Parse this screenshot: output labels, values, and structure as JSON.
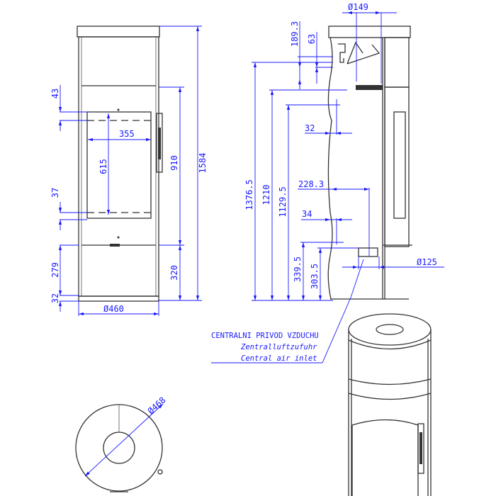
{
  "front_view": {
    "dims": {
      "height_total": "1584",
      "height_door_top": "910",
      "height_lower": "320",
      "glass_height": "615",
      "glass_width": "355",
      "top_offset": "43",
      "bottom_offset": "37",
      "lower_section": "279",
      "base": "32",
      "diameter": "Ø460"
    }
  },
  "side_view": {
    "dims": {
      "flue_diameter": "Ø149",
      "top_189": "189.3",
      "top_63": "63",
      "h_1376": "1376.5",
      "h_1210": "1210",
      "h_1129": "1129.5",
      "h_339": "339.5",
      "h_303": "303.5",
      "offset_32": "32",
      "offset_228": "228.3",
      "offset_34": "34",
      "air_diameter": "Ø125"
    }
  },
  "callout": {
    "line1": "CENTRALNI PRIVOD VZDUCHU",
    "line2": "Zentralluftzufuhr",
    "line3": "Central air inlet"
  },
  "top_view": {
    "diameter": "Ø468"
  }
}
